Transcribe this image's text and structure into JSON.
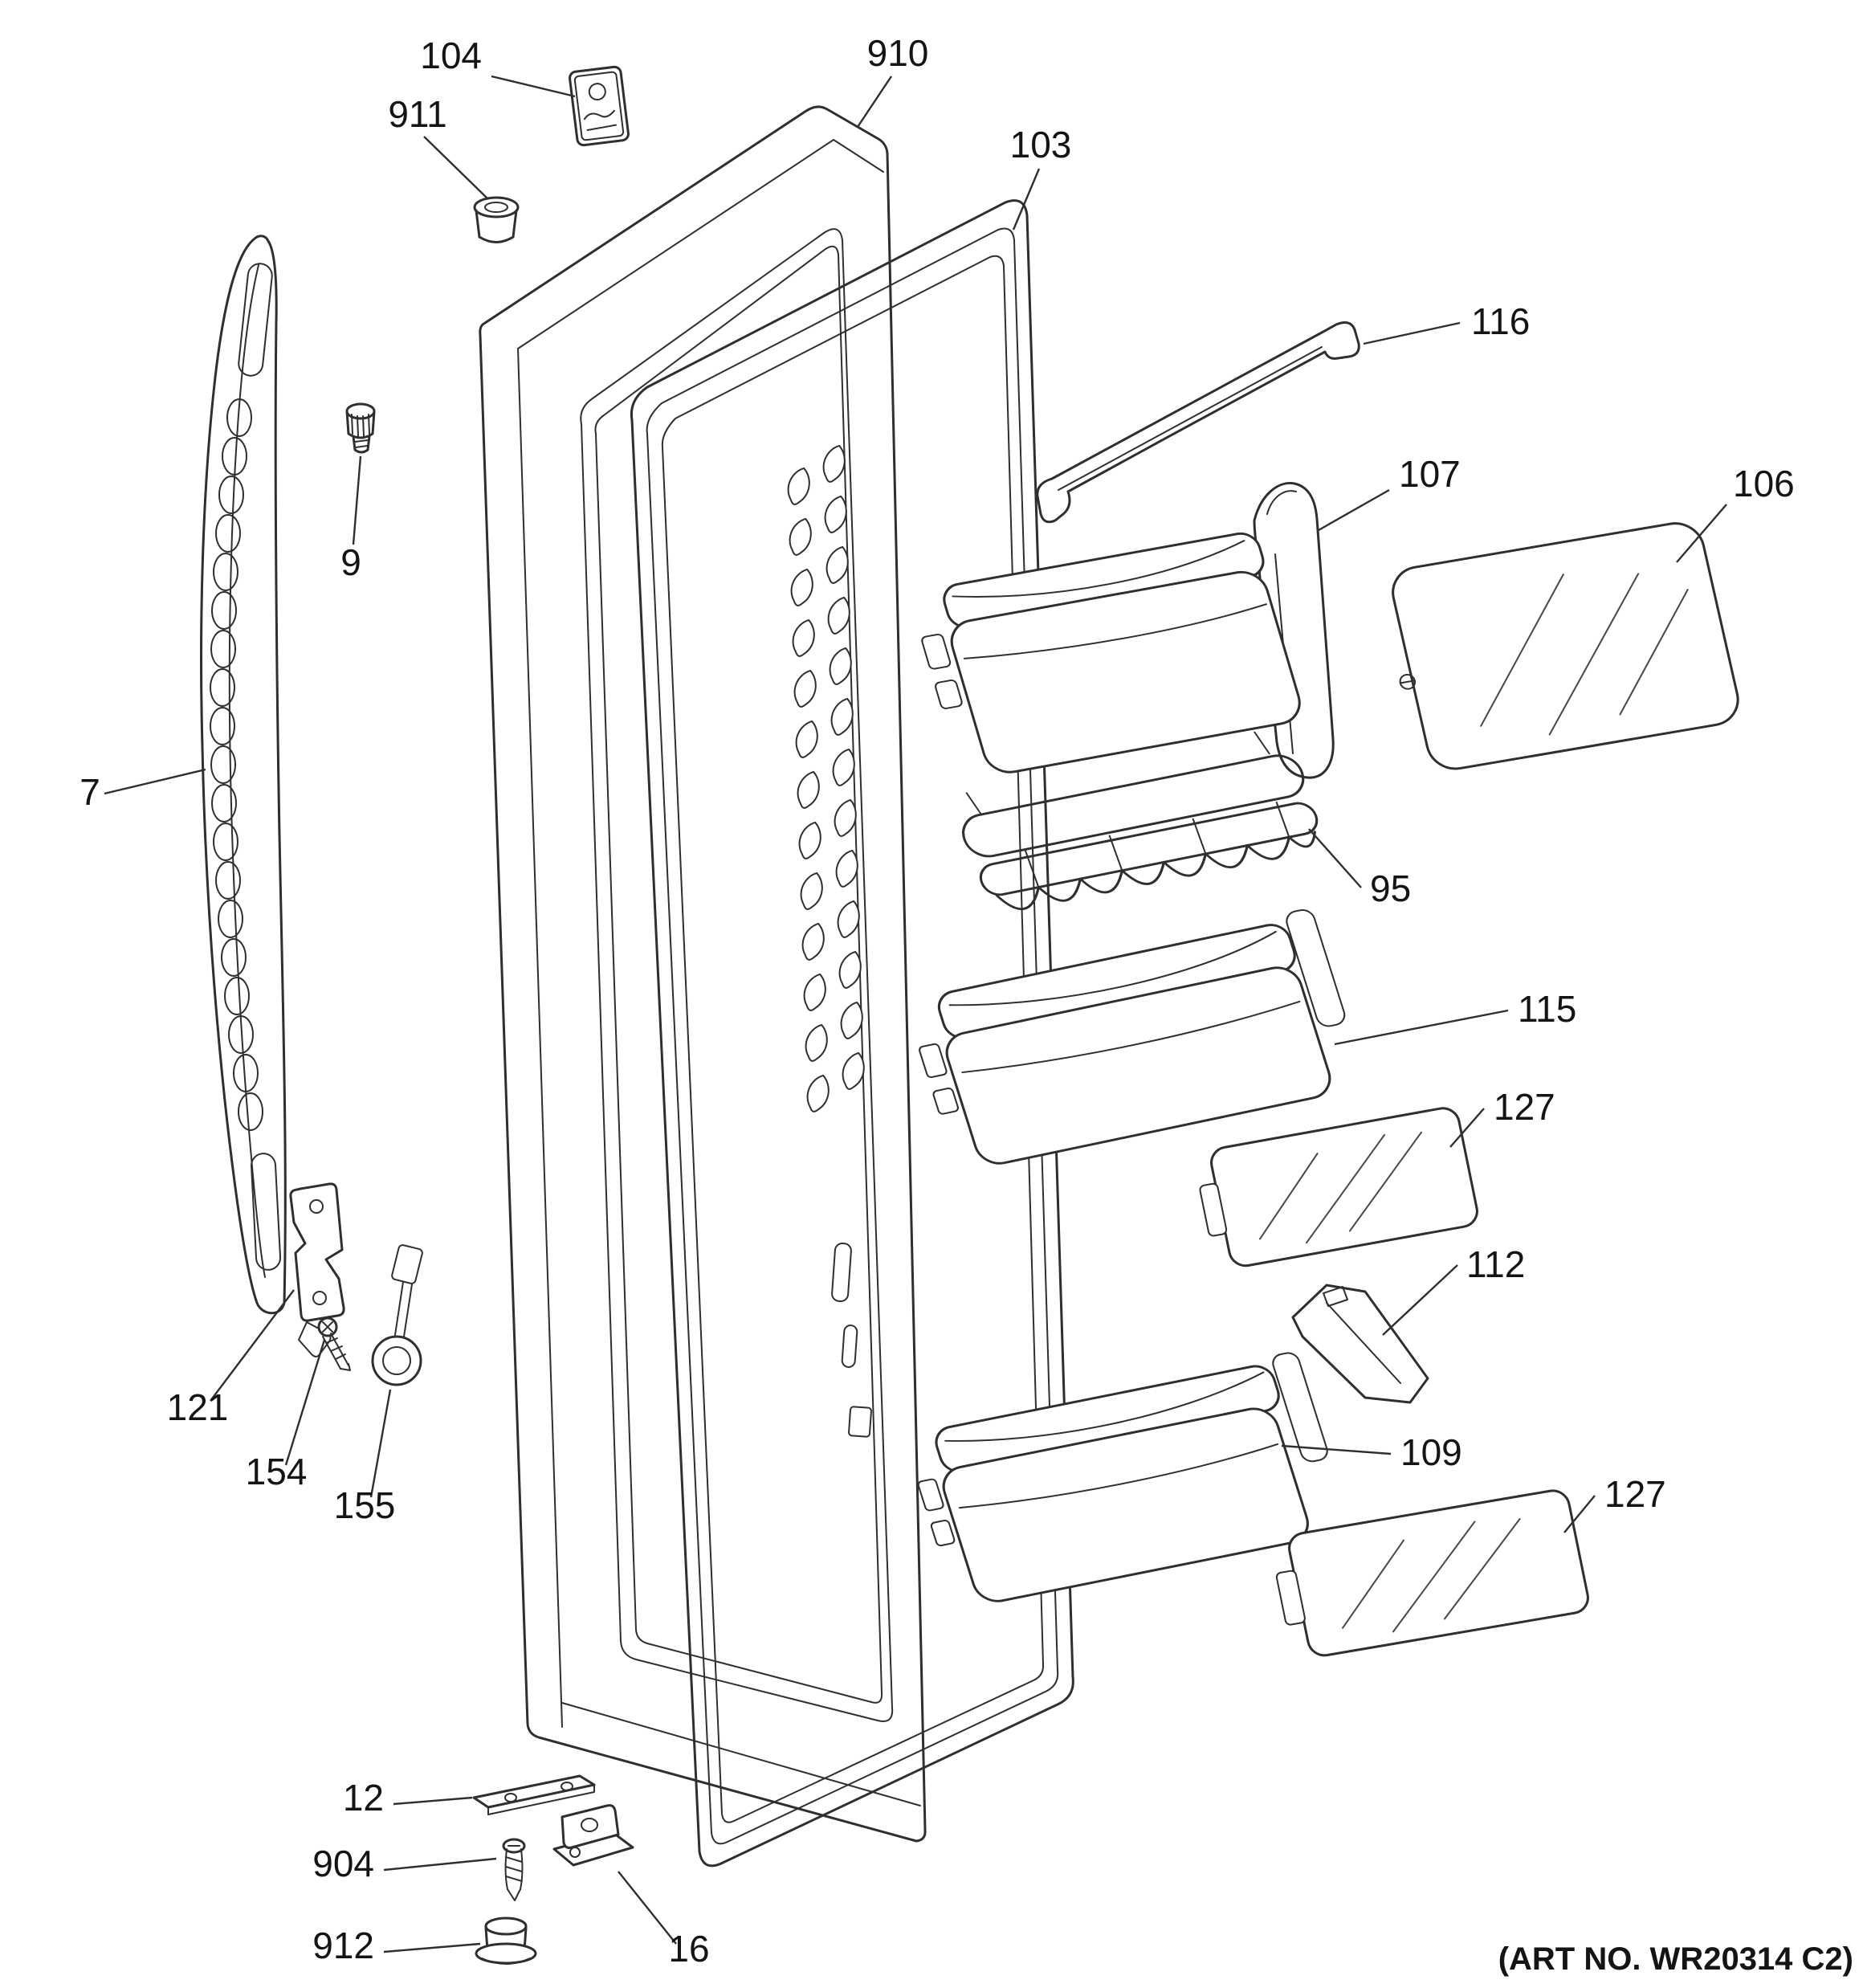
{
  "figure": {
    "background": "#ffffff",
    "line_color": "#2f2f2f"
  },
  "callouts": {
    "c104": "104",
    "c910": "910",
    "c911": "911",
    "c103": "103",
    "c116": "116",
    "c107": "107",
    "c106": "106",
    "c9": "9",
    "c7": "7",
    "c95": "95",
    "c115": "115",
    "c127a": "127",
    "c112": "112",
    "c109": "109",
    "c127b": "127",
    "c121": "121",
    "c154": "154",
    "c155": "155",
    "c12": "12",
    "c904": "904",
    "c16": "16",
    "c912": "912"
  },
  "footer": {
    "art_no": "(ART NO. WR20314 C2)"
  }
}
